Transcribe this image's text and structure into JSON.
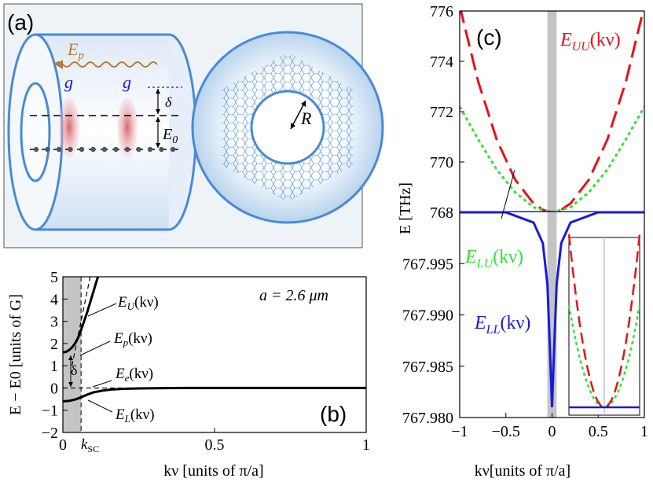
{
  "colors": {
    "red": "#e8101a",
    "green": "#33e033",
    "blue": "#1a1ad8",
    "black": "#000000",
    "panel_a_bg": "#eef3f8",
    "fiber_blue": "#4a8ad6",
    "pump_orange": "#b87b3a",
    "shade_gray": "#c4c4c4"
  },
  "panel_a": {
    "label": "(a)",
    "pump_label": "E",
    "pump_sub": "p",
    "g_label_1": "g",
    "g_label_2": "g",
    "delta_label": "δ",
    "e0_label": "E",
    "e0_sub": "0",
    "radius_label": "R"
  },
  "chart_data": [
    {
      "id": "b",
      "type": "line",
      "panel_label": "(b)",
      "xlabel": "kν [units of π/a]",
      "ylabel": "E − E0 [units of G]",
      "xlim": [
        0,
        1
      ],
      "ylim": [
        -2,
        5
      ],
      "x_ticks": [
        0,
        0.5,
        1
      ],
      "x_tick_labels": [
        "0",
        "0.5",
        "1"
      ],
      "y_ticks": [
        -2,
        -1,
        0,
        1,
        2,
        3,
        4,
        5
      ],
      "y_tick_labels": [
        "−2",
        "−1",
        "0",
        "1",
        "2",
        "3",
        "4",
        "5"
      ],
      "k_sc": 0.06,
      "k_sc_label": "k",
      "k_sc_sub": "SC",
      "shaded_region": [
        0,
        0.06
      ],
      "annotation_a": "a = 2.6 μm",
      "delta_label": "δ",
      "series": [
        {
          "name": "E_U(kν)",
          "style": "solid",
          "x": [
            0,
            0.01,
            0.02,
            0.03,
            0.04,
            0.05,
            0.06,
            0.07,
            0.08,
            0.09,
            0.1,
            0.11,
            0.12
          ],
          "y": [
            1.6,
            1.62,
            1.7,
            1.82,
            2.0,
            2.25,
            2.6,
            3.0,
            3.4,
            3.85,
            4.3,
            4.75,
            5.2
          ]
        },
        {
          "name": "E_L(kν)",
          "style": "solid",
          "x": [
            0,
            0.02,
            0.04,
            0.06,
            0.08,
            0.1,
            0.13,
            0.16,
            0.2,
            0.25,
            0.3,
            0.4,
            0.5,
            0.6,
            0.8,
            1.0
          ],
          "y": [
            -0.6,
            -0.58,
            -0.52,
            -0.42,
            -0.3,
            -0.2,
            -0.12,
            -0.07,
            -0.04,
            -0.02,
            -0.01,
            0,
            0,
            0,
            0,
            0
          ]
        },
        {
          "name": "E_p(kν)",
          "style": "dashed",
          "x": [
            0.03,
            0.045,
            0.06,
            0.075,
            0.09
          ],
          "y": [
            1.0,
            2.0,
            3.0,
            4.0,
            5.0
          ]
        },
        {
          "name": "E_e(kν)",
          "style": "dashed",
          "x": [
            0,
            1
          ],
          "y": [
            0,
            0
          ]
        }
      ],
      "curve_labels": [
        {
          "base": "E",
          "sub": "U",
          "arg": "(kν)"
        },
        {
          "base": "E",
          "sub": "p",
          "arg": "(kν)"
        },
        {
          "base": "E",
          "sub": "e",
          "arg": "(kν)"
        },
        {
          "base": "E",
          "sub": "L",
          "arg": "(kν)"
        }
      ]
    },
    {
      "id": "c",
      "type": "line",
      "panel_label": "(c)",
      "xlabel": "kν[units of π/a]",
      "ylabel": "E [THz]",
      "xlim": [
        -1,
        1
      ],
      "x_ticks": [
        -1,
        -0.5,
        0,
        0.5,
        1
      ],
      "x_tick_labels": [
        "−1",
        "−0.5",
        "0",
        "0.5",
        "1"
      ],
      "y_tick_labels_upper": [
        "776",
        "774",
        "772",
        "770",
        "768"
      ],
      "y_tick_labels_lower": [
        "767.995",
        "767.990",
        "767.985",
        "767.980"
      ],
      "upper_ylim_thz": [
        768,
        776
      ],
      "lower_ylim_thz": [
        767.98,
        768
      ],
      "shaded_region": [
        -0.05,
        0.05
      ],
      "series": [
        {
          "name": "E_UU(kν)",
          "style": "dashed",
          "color": "red",
          "x": [
            -1,
            -0.8,
            -0.6,
            -0.4,
            -0.2,
            -0.1,
            0,
            0.1,
            0.2,
            0.4,
            0.6,
            0.8,
            1
          ],
          "y": [
            776.2,
            773.2,
            770.9,
            769.3,
            768.35,
            768.1,
            768.0,
            768.1,
            768.35,
            769.3,
            770.9,
            773.2,
            776.2
          ]
        },
        {
          "name": "E_LU(kν)",
          "style": "dotted",
          "color": "green",
          "x": [
            -1,
            -0.8,
            -0.6,
            -0.4,
            -0.2,
            0,
            0.2,
            0.4,
            0.6,
            0.8,
            1
          ],
          "y": [
            772.2,
            770.9,
            769.7,
            768.8,
            768.2,
            768.0,
            768.2,
            768.8,
            769.7,
            770.9,
            772.2
          ]
        },
        {
          "name": "E_LL(kν)",
          "style": "solid",
          "color": "blue",
          "x": [
            -1,
            -0.5,
            -0.2,
            -0.1,
            -0.05,
            -0.02,
            0,
            0.02,
            0.05,
            0.1,
            0.2,
            0.5,
            1
          ],
          "y": [
            768.0,
            768.0,
            767.999,
            767.997,
            767.993,
            767.986,
            767.981,
            767.986,
            767.993,
            767.997,
            767.999,
            768.0,
            768.0
          ]
        }
      ],
      "curve_labels": [
        {
          "base": "E",
          "sub": "UU",
          "arg": "(kν)"
        },
        {
          "base": "E",
          "sub": "LU",
          "arg": "(kν)"
        },
        {
          "base": "E",
          "sub": "LL",
          "arg": "(kν)"
        }
      ]
    }
  ]
}
